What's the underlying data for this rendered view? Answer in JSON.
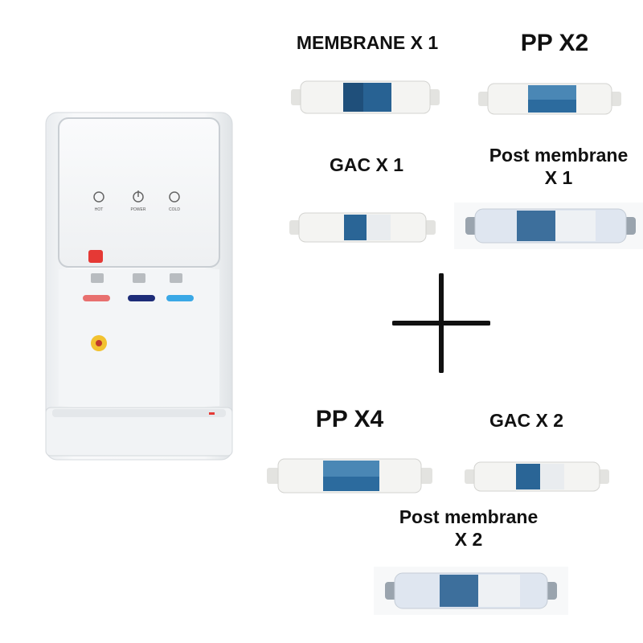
{
  "labels": {
    "membrane": "MEMBRANE X 1",
    "pp_top": "PP X2",
    "gac_top": "GAC X 1",
    "post_top_line1": "Post membrane",
    "post_top_line2": "X 1",
    "pp_bottom": "PP X4",
    "gac_bottom": "GAC X 2",
    "post_bottom_line1": "Post membrane",
    "post_bottom_line2": "X 2"
  },
  "dispenser": {
    "button_labels": [
      "HOT",
      "POWER",
      "COLD"
    ],
    "tap_colors": [
      "#e8706f",
      "#1d2c78",
      "#3aa8e6"
    ]
  },
  "colors": {
    "filter_body": "#f4f4f2",
    "filter_label": "#1f4f7a",
    "post_membrane_body": "#dfe6f0"
  }
}
